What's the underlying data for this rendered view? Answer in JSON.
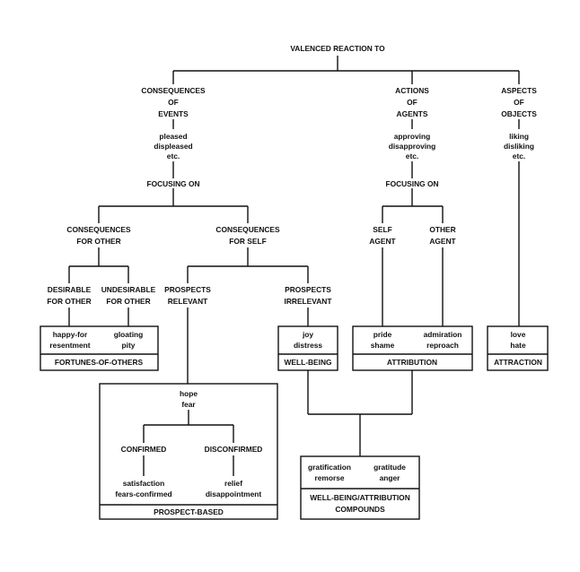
{
  "root": "VALENCED REACTION TO",
  "branches": {
    "events": {
      "lines": [
        "CONSEQUENCES",
        "OF",
        "EVENTS"
      ],
      "reactions": [
        "pleased",
        "displeased",
        "etc."
      ],
      "focus": "FOCUSING ON"
    },
    "agents": {
      "lines": [
        "ACTIONS",
        "OF",
        "AGENTS"
      ],
      "reactions": [
        "approving",
        "disapproving",
        "etc."
      ],
      "focus": "FOCUSING ON"
    },
    "objects": {
      "lines": [
        "ASPECTS",
        "OF",
        "OBJECTS"
      ],
      "reactions": [
        "liking",
        "disliking",
        "etc."
      ]
    }
  },
  "event_focus": {
    "other": {
      "lines": [
        "CONSEQUENCES",
        "FOR OTHER"
      ]
    },
    "self": {
      "lines": [
        "CONSEQUENCES",
        "FOR SELF"
      ]
    },
    "desirable": {
      "lines": [
        "DESIRABLE",
        "FOR OTHER"
      ]
    },
    "undesirable": {
      "lines": [
        "UNDESIRABLE",
        "FOR OTHER"
      ]
    },
    "relevant": {
      "lines": [
        "PROSPECTS",
        "RELEVANT"
      ]
    },
    "irrelevant": {
      "lines": [
        "PROSPECTS",
        "IRRELEVANT"
      ]
    }
  },
  "agent_focus": {
    "self": {
      "lines": [
        "SELF",
        "AGENT"
      ]
    },
    "other": {
      "lines": [
        "OTHER",
        "AGENT"
      ]
    }
  },
  "groups": {
    "fortunes": {
      "label": "FORTUNES-OF-OTHERS",
      "col1": [
        "happy-for",
        "resentment"
      ],
      "col2": [
        "gloating",
        "pity"
      ]
    },
    "wellbeing": {
      "label": "WELL-BEING",
      "col1": [
        "joy",
        "distress"
      ]
    },
    "attribution": {
      "label": "ATTRIBUTION",
      "col1": [
        "pride",
        "shame"
      ],
      "col2": [
        "admiration",
        "reproach"
      ]
    },
    "attraction": {
      "label": "ATTRACTION",
      "col1": [
        "love",
        "hate"
      ]
    },
    "prospect": {
      "label": "PROSPECT-BASED",
      "top": [
        "hope",
        "fear"
      ],
      "confirmed": "CONFIRMED",
      "disconfirmed": "DISCONFIRMED",
      "col1": [
        "satisfaction",
        "fears-confirmed"
      ],
      "col2": [
        "relief",
        "disappointment"
      ]
    },
    "compounds": {
      "label": [
        "WELL-BEING/ATTRIBUTION",
        "COMPOUNDS"
      ],
      "col1": [
        "gratification",
        "remorse"
      ],
      "col2": [
        "gratitude",
        "anger"
      ]
    }
  }
}
